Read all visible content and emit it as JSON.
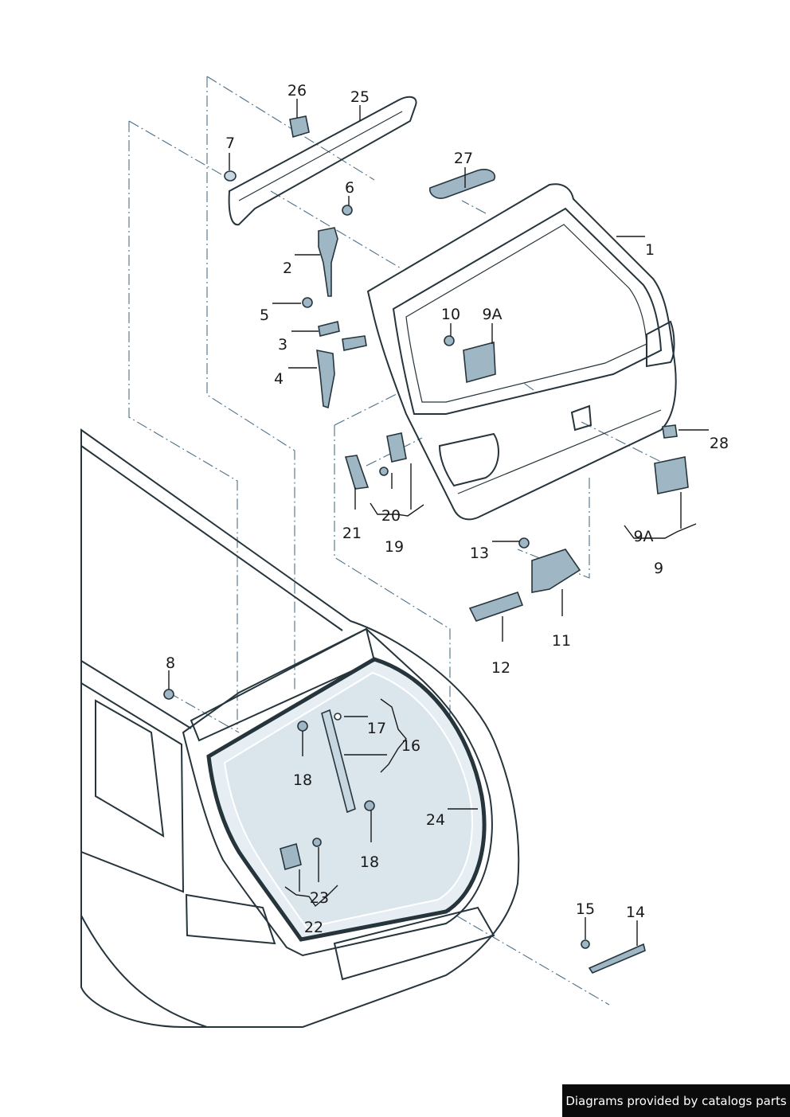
{
  "callouts": {
    "c1": "1",
    "c2": "2",
    "c3": "3",
    "c4": "4",
    "c5": "5",
    "c6": "6",
    "c7": "7",
    "c8": "8",
    "c9": "9",
    "c9a_top": "9A",
    "c9a_bottom": "9A",
    "c10": "10",
    "c11": "11",
    "c12": "12",
    "c13": "13",
    "c14": "14",
    "c15": "15",
    "c16": "16",
    "c17": "17",
    "c18_left": "18",
    "c18_right": "18",
    "c19": "19",
    "c20": "20",
    "c21": "21",
    "c22": "22",
    "c23": "23",
    "c24": "24",
    "c25": "25",
    "c26": "26",
    "c27": "27",
    "c28": "28"
  },
  "footer": {
    "credit": "Diagrams provided by catalogs parts"
  },
  "colors": {
    "part_fill": "#c6d7e1",
    "part_shade": "#9fb6c4",
    "body_fill": "#d6e2ea",
    "glass_fill": "#e4edf2",
    "line": "#26343c",
    "dash_line": "#4c7088",
    "credit_bg": "#0b0b0b",
    "credit_text": "#ffffff"
  }
}
